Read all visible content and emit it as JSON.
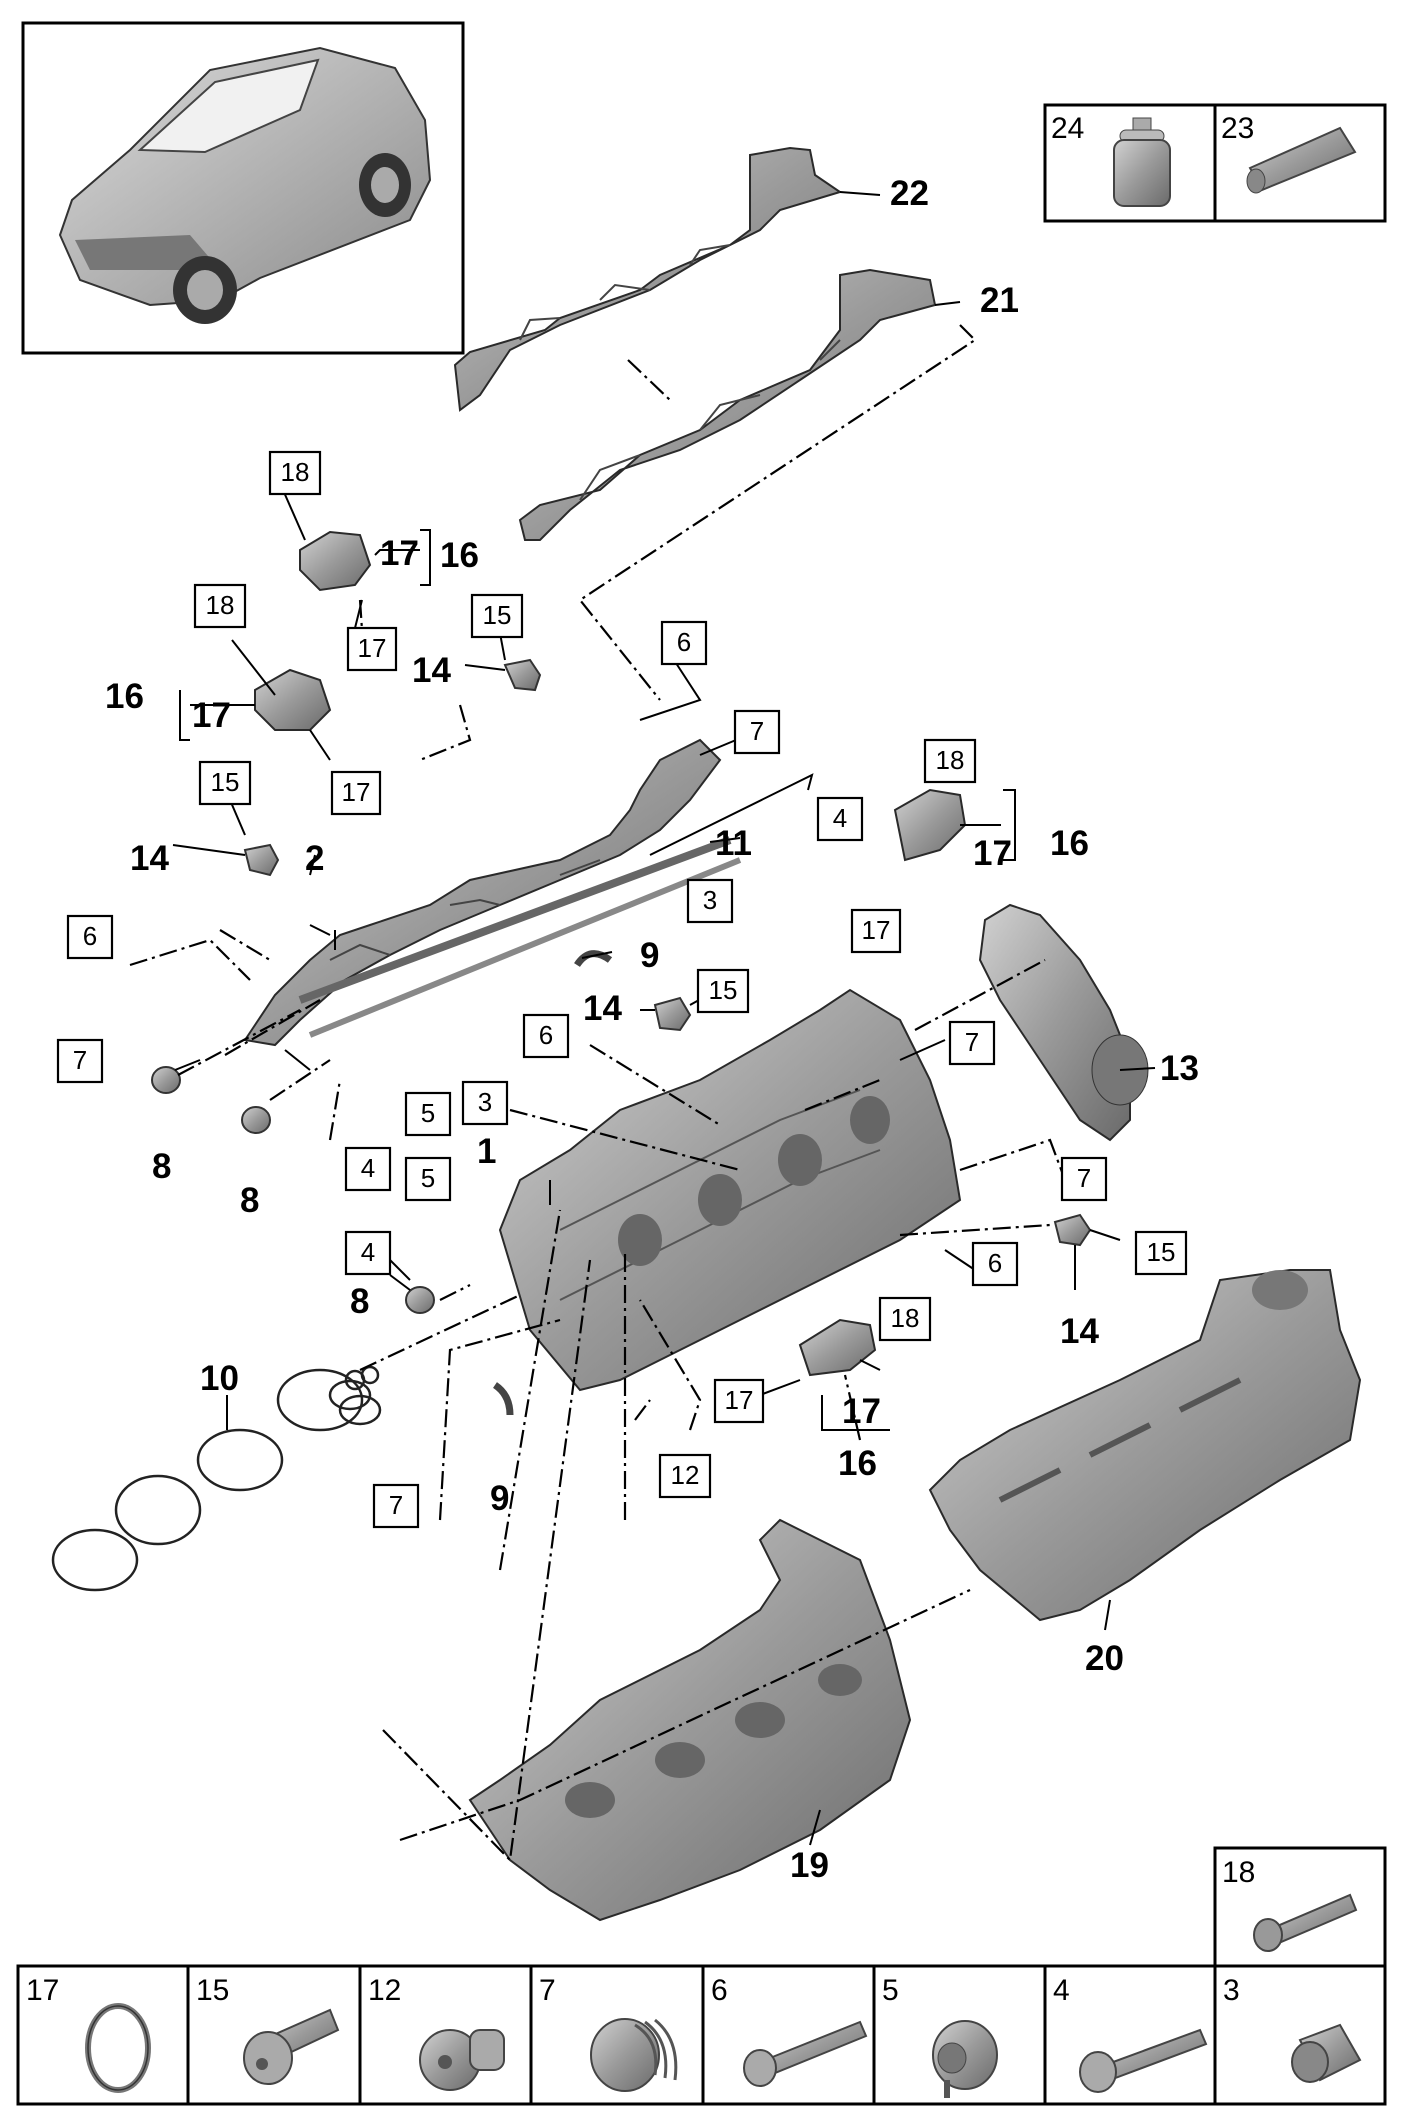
{
  "callouts": {
    "c1": "1",
    "c2": "2",
    "c8a": "8",
    "c8b": "8",
    "c8c": "8",
    "c9a": "9",
    "c9b": "9",
    "c10": "10",
    "c11": "11",
    "c13": "13",
    "c14a": "14",
    "c14b": "14",
    "c14c": "14",
    "c14d": "14",
    "c16a": "16",
    "c16b": "16",
    "c16c": "16",
    "c16d": "16",
    "c17a": "17",
    "c17b": "17",
    "c17c": "17",
    "c17d": "17",
    "c19": "19",
    "c20": "20",
    "c21": "21",
    "c22": "22"
  },
  "boxes": {
    "b18a": "18",
    "b18b": "18",
    "b18c": "18",
    "b18d": "18",
    "b17a": "17",
    "b17b": "17",
    "b17c": "17",
    "b17d": "17",
    "b15a": "15",
    "b15b": "15",
    "b15c": "15",
    "b15d": "15",
    "b6a": "6",
    "b6b": "6",
    "b6c": "6",
    "b6d": "6",
    "b7a": "7",
    "b7b": "7",
    "b7c": "7",
    "b7d": "7",
    "b7e": "7",
    "b4a": "4",
    "b4b": "4",
    "b4c": "4",
    "b5a": "5",
    "b5b": "5",
    "b3a": "3",
    "b3b": "3",
    "b12": "12"
  },
  "legend_top": [
    {
      "number": "24",
      "icon": "sealant-bottle-icon"
    },
    {
      "number": "23",
      "icon": "paste-tube-icon"
    }
  ],
  "legend_side": {
    "number": "18",
    "icon": "socket-head-bolt-icon"
  },
  "legend_bottom": [
    {
      "number": "17",
      "icon": "o-ring-icon"
    },
    {
      "number": "15",
      "icon": "flange-bolt-icon"
    },
    {
      "number": "12",
      "icon": "screw-plug-icon"
    },
    {
      "number": "7",
      "icon": "threaded-bush-icon"
    },
    {
      "number": "6",
      "icon": "hex-bolt-icon"
    },
    {
      "number": "5",
      "icon": "dowel-sleeve-icon"
    },
    {
      "number": "4",
      "icon": "long-bolt-icon"
    },
    {
      "number": "3",
      "icon": "plug-sleeve-icon"
    }
  ],
  "vehicle_icon": "suv-vehicle-icon",
  "colors": {
    "line": "#000000",
    "part_fill": "#9c9c9c",
    "part_dark": "#6e6e6e",
    "part_light": "#c9c9c9"
  }
}
